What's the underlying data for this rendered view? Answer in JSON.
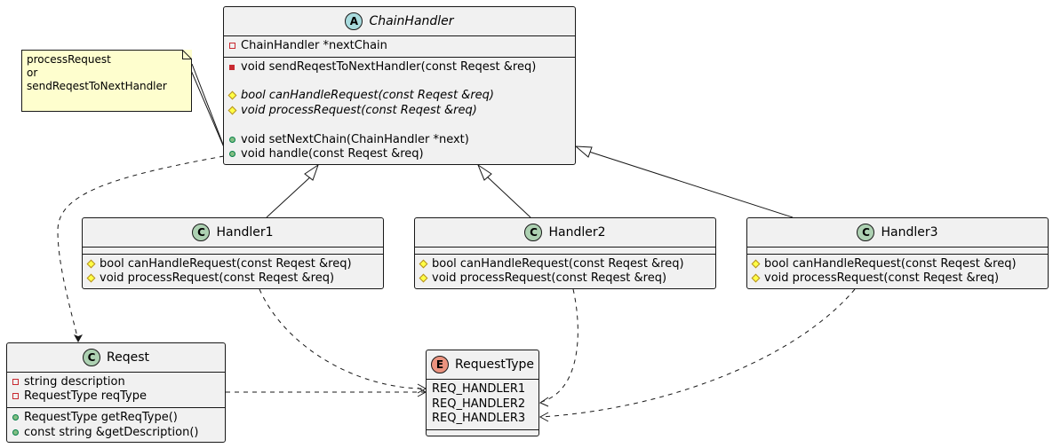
{
  "note": {
    "lines": [
      "processRequest",
      "or",
      "sendReqestToNextHandler"
    ]
  },
  "chain_handler": {
    "badge": "A",
    "name": "ChainHandler",
    "fields": [
      {
        "vis": "private",
        "text": "ChainHandler *nextChain"
      }
    ],
    "methods": [
      {
        "vis": "private-filled",
        "text": "void sendReqestToNextHandler(const Reqest &req)"
      },
      {
        "vis": "protected",
        "text": "bool canHandleRequest(const Reqest &req)",
        "italic": true
      },
      {
        "vis": "protected",
        "text": "void processRequest(const Reqest &req)",
        "italic": true
      },
      {
        "vis": "public",
        "text": "void setNextChain(ChainHandler *next)"
      },
      {
        "vis": "public",
        "text": "void handle(const Reqest &req)"
      }
    ]
  },
  "handlers": [
    {
      "badge": "C",
      "name": "Handler1",
      "methods": [
        "bool canHandleRequest(const Reqest &req)",
        "void processRequest(const Reqest &req)"
      ]
    },
    {
      "badge": "C",
      "name": "Handler2",
      "methods": [
        "bool canHandleRequest(const Reqest &req)",
        "void processRequest(const Reqest &req)"
      ]
    },
    {
      "badge": "C",
      "name": "Handler3",
      "methods": [
        "bool canHandleRequest(const Reqest &req)",
        "void processRequest(const Reqest &req)"
      ]
    }
  ],
  "reqest": {
    "badge": "C",
    "name": "Reqest",
    "fields": [
      "string description",
      "RequestType reqType"
    ],
    "methods": [
      "RequestType getReqType()",
      "const string &getDescription()"
    ]
  },
  "request_type": {
    "badge": "E",
    "name": "RequestType",
    "values": [
      "REQ_HANDLER1",
      "REQ_HANDLER2",
      "REQ_HANDLER3"
    ]
  },
  "colors": {
    "class_fill": "#f1f1f1",
    "border": "#181818",
    "note_fill": "#fefece",
    "class_badge": "#add1b2",
    "abstract_badge": "#a9dcdf",
    "enum_badge": "#eb937f"
  }
}
